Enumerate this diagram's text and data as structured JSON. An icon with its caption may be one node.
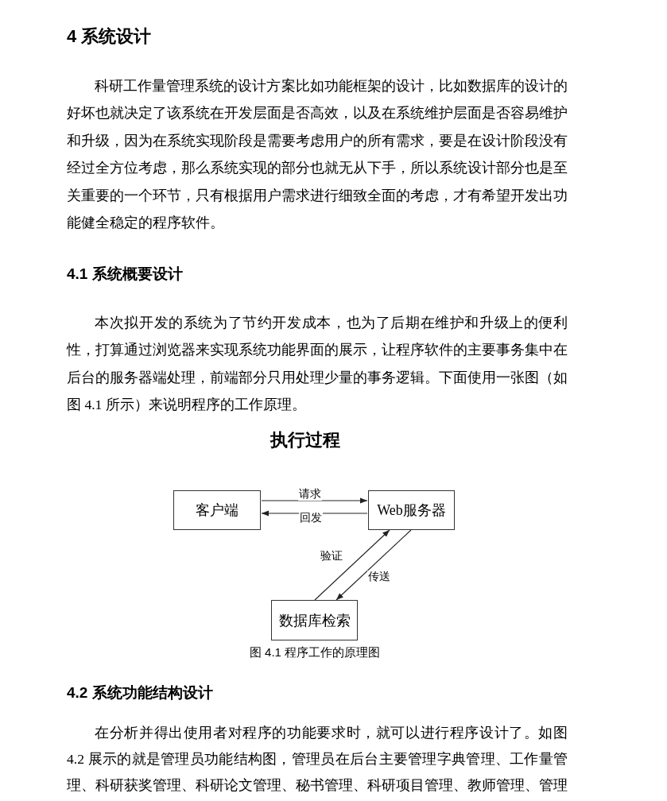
{
  "diagram": {
    "title": "执行过程",
    "caption": "图 4.1 程序工作的原理图",
    "nodes": [
      {
        "text": [
          "客户端"
        ]
      },
      {
        "text": [
          "Web服务器"
        ]
      },
      {
        "text": [
          "数据库检索"
        ]
      }
    ],
    "edges": [
      {
        "from": 0,
        "to": 1,
        "arrow": "to",
        "label": "请求"
      },
      {
        "from": 1,
        "to": 0,
        "arrow": "to",
        "label": "回发"
      },
      {
        "from": 2,
        "to": 1,
        "arrow": "to",
        "label": "验证"
      },
      {
        "from": 1,
        "to": 2,
        "arrow": "to",
        "label": "传送"
      }
    ],
    "labels": [
      "4 系统设计",
      "科研工作量管理系统的设计方案比如功能框架的设计，比如数据库的设计的好坏也就决定了该系统在开发层面是否高效，以及在系统维护层面是否容易维护和升级，因为在系统实现阶段是需要考虑用户的所有需求，要是在设计阶段没有经过全方位考虑，那么系统实现的部分也就无从下手，所以系统设计部分也是至关重要的一个环节，只有根据用户需求进行细致全面的考虑，才有希望开发出功能健全稳定的程序软件。",
      "4.1 系统概要设计",
      "本次拟开发的系统为了节约开发成本，也为了后期在维护和升级上的便利性，打算通过浏览器来实现系统功能界面的展示，让程序软件的主要事务集中在后台的服务器端处理，前端部分只用处理少量的事务逻辑。下面使用一张图（如图 4.1 所示）来说明程序的工作原理。",
      "4.2 系统功能结构设计",
      "在分析并得出使用者对程序的功能要求时，就可以进行程序设计了。如图 4.2 展示的就是管理员功能结构图，管理员在后台主要管理字典管理、工作量管理、科研获奖管理、科研论文管理、秘书管理、科研项目管理、教师管理、管理"
    ]
  }
}
